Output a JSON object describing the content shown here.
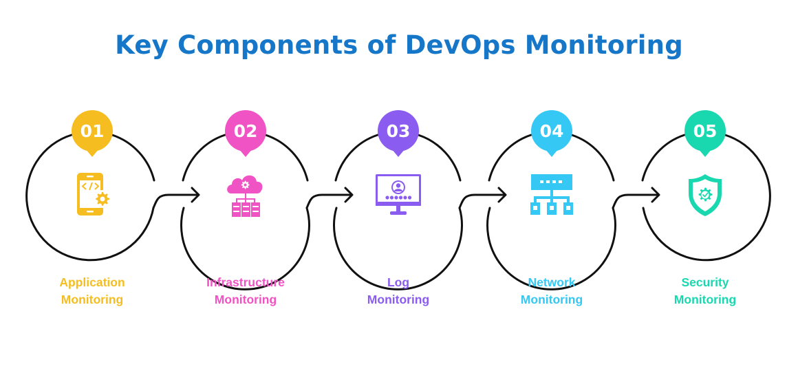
{
  "title": "Key Components of DevOps Monitoring",
  "steps": [
    {
      "number": "01",
      "line1": "Application",
      "line2": "Monitoring",
      "icon": "mobile-code-gear-icon",
      "color": "#f5bd1f"
    },
    {
      "number": "02",
      "line1": "Infrastructure",
      "line2": "Monitoring",
      "icon": "cloud-gear-servers-icon",
      "color": "#f053c3"
    },
    {
      "number": "03",
      "line1": "Log",
      "line2": "Monitoring",
      "icon": "monitor-user-password-icon",
      "color": "#8b5cf0"
    },
    {
      "number": "04",
      "line1": "Network",
      "line2": "Monitoring",
      "icon": "network-hierarchy-icon",
      "color": "#35c8f5"
    },
    {
      "number": "05",
      "line1": "Security",
      "line2": "Monitoring",
      "icon": "shield-gear-check-icon",
      "color": "#19d8b0"
    }
  ],
  "colors": {
    "title": "#1677c8",
    "outline": "#111111"
  }
}
